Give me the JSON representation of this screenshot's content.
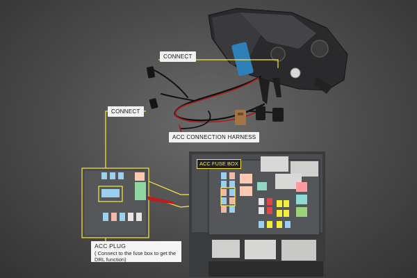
{
  "labels": {
    "connect_top": "CONNECT",
    "connect_left": "CONNECT",
    "harness": "ACC CONNECTION HARNESS",
    "fuse_box": "ACC FUSE BOX",
    "plug_title": "ACC PLUG",
    "plug_desc": "( Connect to the fuse box to get the DRL function)"
  },
  "colors": {
    "accent_yellow": "#ffe93a",
    "background": "#4a4a4a"
  }
}
